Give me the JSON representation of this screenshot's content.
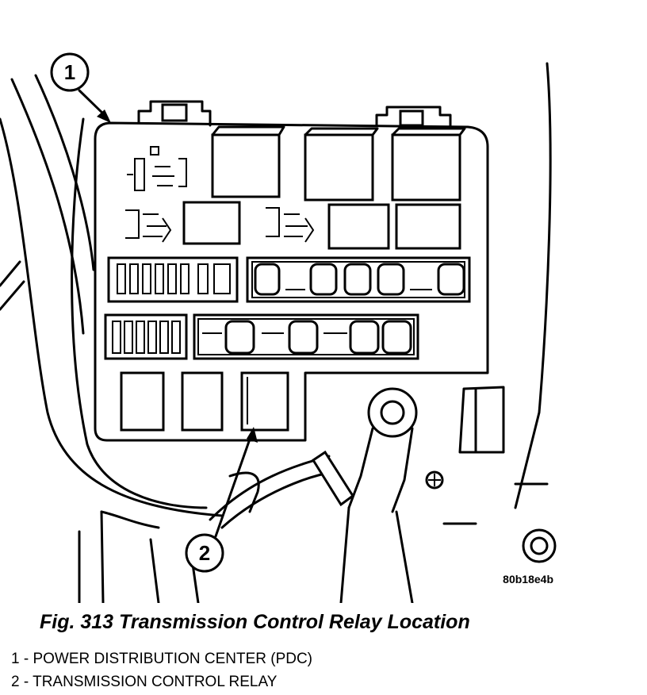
{
  "figure": {
    "image_code": "80b18e4b",
    "caption": "Fig. 313 Transmission Control Relay Location",
    "callouts": [
      {
        "number": "1"
      },
      {
        "number": "2"
      }
    ],
    "legend": [
      "1 - POWER DISTRIBUTION CENTER (PDC)",
      "2 - TRANSMISSION CONTROL RELAY"
    ]
  }
}
